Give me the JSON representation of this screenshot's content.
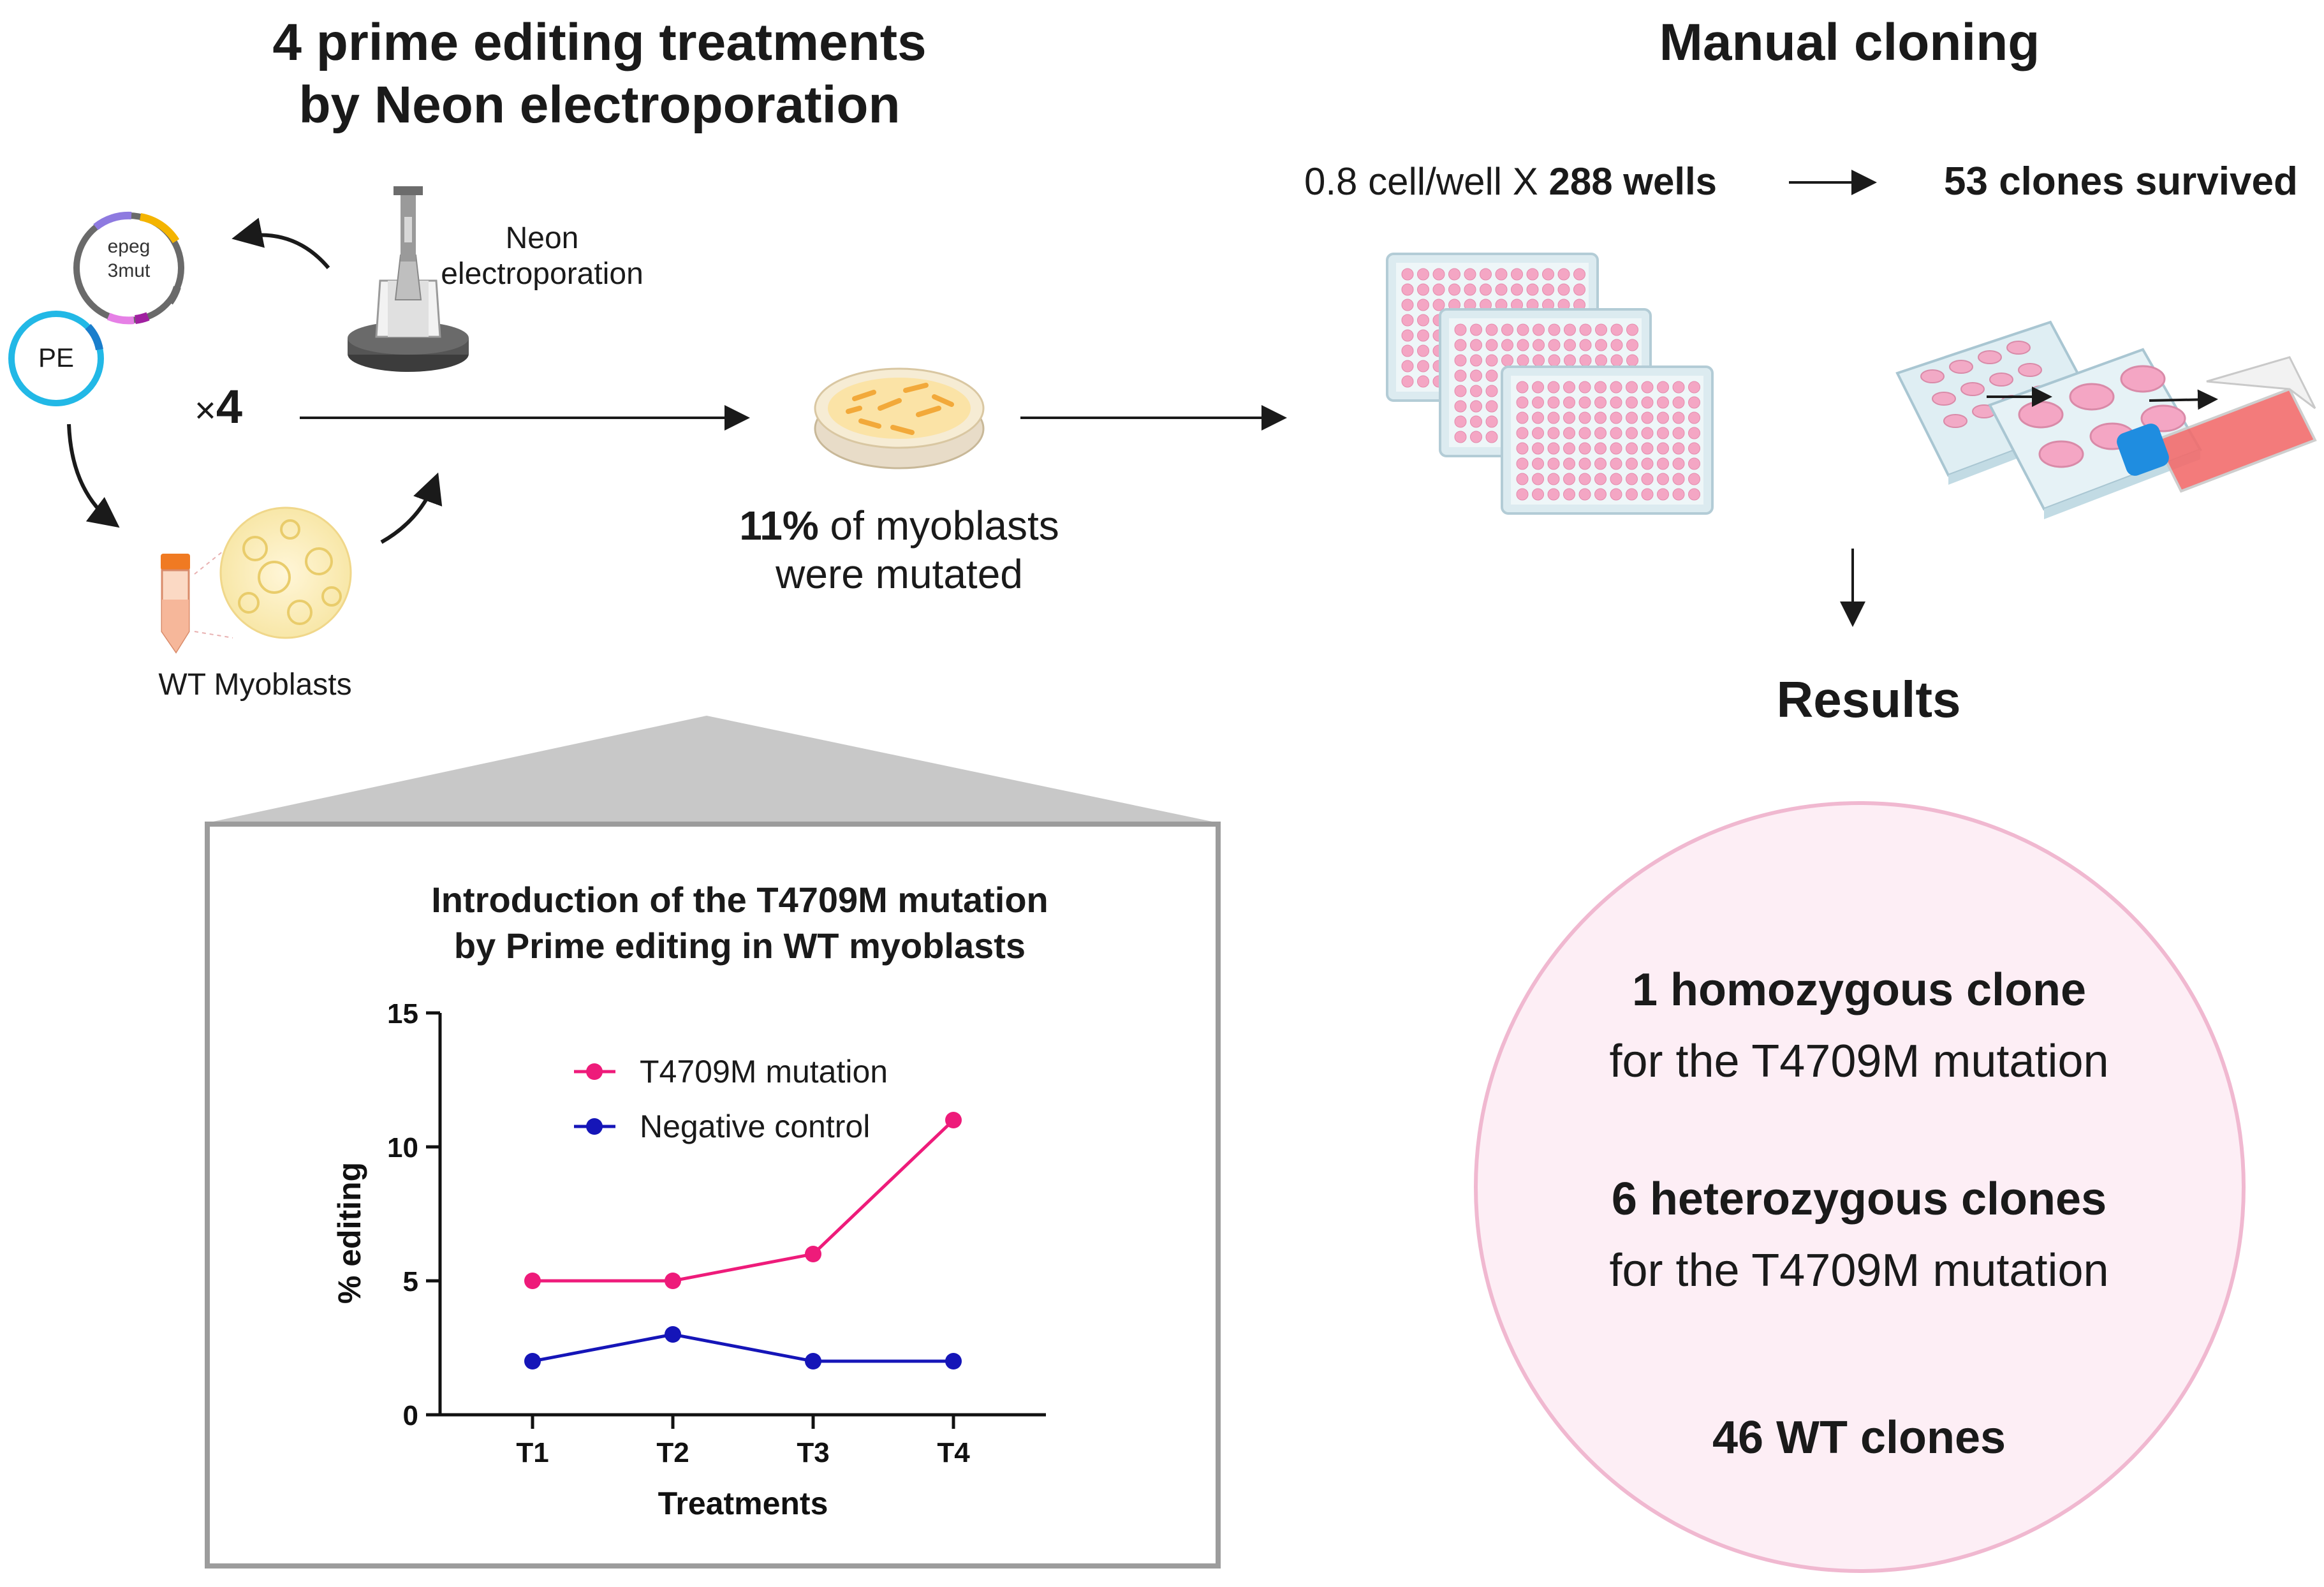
{
  "left": {
    "title_line1": "4 prime editing treatments",
    "title_line2": "by Neon electroporation",
    "plasmid1_line1": "epeg",
    "plasmid1_line2": "3mut",
    "plasmid2": "PE",
    "device_line1": "Neon",
    "device_line2": "electroporation",
    "times_symbol": "×",
    "times_value": "4",
    "cells_label": "WT Myoblasts",
    "mutated_pct": "11%",
    "mutated_rest1": " of myoblasts",
    "mutated_line2": "were mutated"
  },
  "right": {
    "title": "Manual cloning",
    "cells_per_well": "0.8 cell/well X ",
    "wells": "288 wells",
    "survived": "53 clones survived",
    "results_title": "Results",
    "homo_bold": "1 homozygous clone",
    "homo_rest": "for the T4709M mutation",
    "hetero_bold": "6 heterozygous clones",
    "hetero_rest": "for the T4709M mutation",
    "wt": "46 WT clones"
  },
  "colors": {
    "mutation": "#ee1b7a",
    "control": "#1515b8",
    "well_pink": "#f4a6c4",
    "circle_fill": "#fdeef5",
    "circle_stroke": "#f0b8d0"
  },
  "chart_data": {
    "type": "line",
    "title": "Introduction of the T4709M mutation by Prime editing in WT myoblasts",
    "title_line1": "Introduction of the T4709M mutation",
    "title_line2": "by Prime editing in WT myoblasts",
    "xlabel": "Treatments",
    "ylabel": "% editing",
    "categories": [
      "T1",
      "T2",
      "T3",
      "T4"
    ],
    "ylim": [
      0,
      15
    ],
    "yticks": [
      0,
      5,
      10,
      15
    ],
    "series": [
      {
        "name": "T4709M mutation",
        "color": "#ee1b7a",
        "values": [
          5,
          5,
          6,
          11
        ]
      },
      {
        "name": "Negative control",
        "color": "#1515b8",
        "values": [
          2,
          3,
          2,
          2
        ]
      }
    ],
    "legend": "top-left"
  }
}
